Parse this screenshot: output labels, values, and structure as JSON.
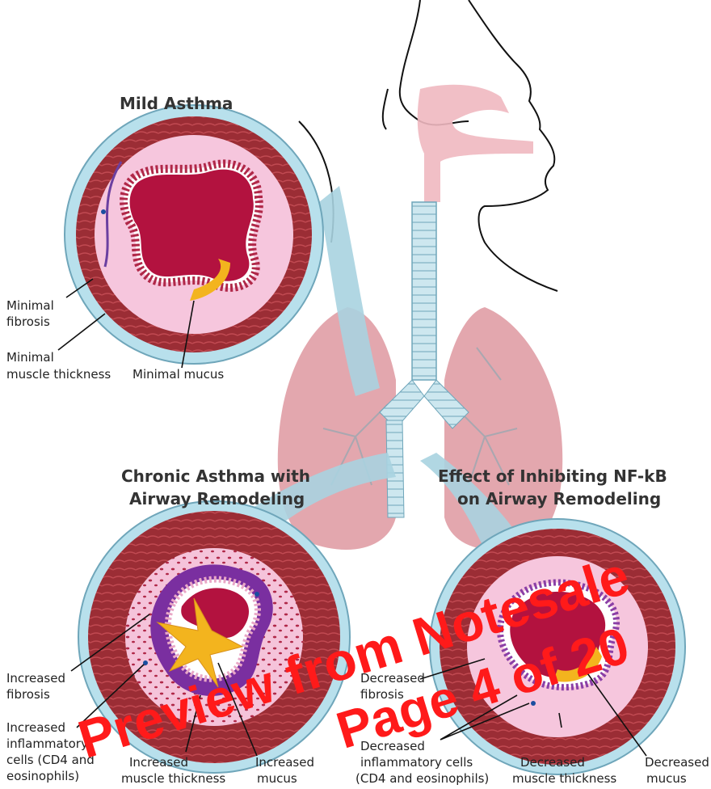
{
  "titles": {
    "mild": "Mild Asthma",
    "chronic_line1": "Chronic Asthma with",
    "chronic_line2": "Airway Remodeling",
    "effect_line1": "Effect of Inhibiting NF-kB",
    "effect_line2": "on Airway Remodeling"
  },
  "mild_labels": {
    "fibrosis_1": "Minimal",
    "fibrosis_2": "fibrosis",
    "muscle_1": "Minimal",
    "muscle_2": "muscle thickness",
    "mucus": "Minimal mucus"
  },
  "chronic_labels": {
    "fibrosis_1": "Increased",
    "fibrosis_2": "fibrosis",
    "cells_1": "Increased",
    "cells_2": "inflammatory",
    "cells_3": "cells (CD4 and",
    "cells_4": "eosinophils)",
    "muscle_1": "Increased",
    "muscle_2": "muscle thickness",
    "mucus_1": "Increased",
    "mucus_2": "mucus"
  },
  "effect_labels": {
    "fibrosis_1": "Decreased",
    "fibrosis_2": "fibrosis",
    "cells_1": "Decreased",
    "cells_2": "inflammatory cells",
    "cells_3": "(CD4 and eosinophils)",
    "muscle_1": "Decreased",
    "muscle_2": "muscle thickness",
    "mucus_1": "Decreased",
    "mucus_2": "mucus"
  },
  "watermark": {
    "line1": "Preview from Notesale",
    "line2": "Page 4 of 20"
  },
  "colors": {
    "muscle": "#9b2d35",
    "mucosa": "#f6c6dd",
    "lumen": "#b3123f",
    "mucus": "#f3b41e",
    "airway_tube": "#a9d3e0",
    "lung": "#d98a93",
    "watermark": "#ff1a1a"
  }
}
